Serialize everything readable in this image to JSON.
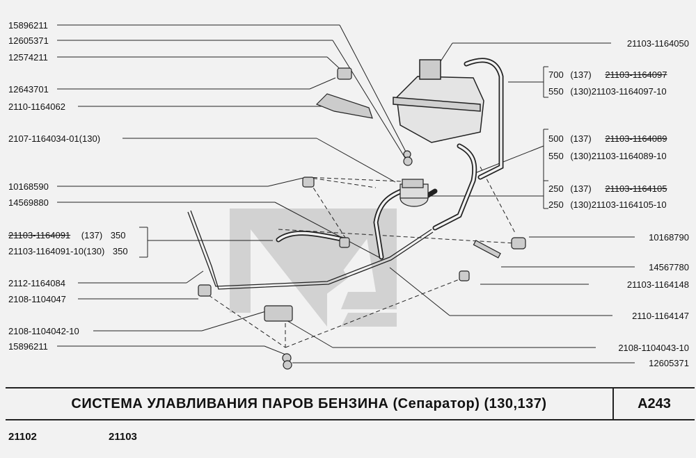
{
  "left_labels": [
    "15896211",
    "12605371",
    "12574211",
    "12643701",
    "2110-1164062",
    "2107-1164034-01(130)",
    "10168590",
    "14569880",
    "2112-1164084",
    "2108-1104047",
    "2108-1104042-10",
    "15896211"
  ],
  "left_group": {
    "row1": {
      "part": "21103-1164091",
      "cat": "(137)",
      "len": "350"
    },
    "row2": {
      "part": "21103-1164091-10(130)",
      "len": "350"
    }
  },
  "right_labels": [
    "21103-1164050",
    "10168790",
    "14567780",
    "21103-1164148",
    "2110-1164147",
    "2108-1104043-10",
    "12605371"
  ],
  "right_groups": [
    {
      "r1": {
        "len": "700",
        "cat": "(137)",
        "part": "21103-1164097"
      },
      "r2": {
        "len": "550",
        "cat": "(130)",
        "part": "21103-1164097-10"
      }
    },
    {
      "r1": {
        "len": "500",
        "cat": "(137)",
        "part": "21103-1164089"
      },
      "r2": {
        "len": "550",
        "cat": "(130)",
        "part": "21103-1164089-10"
      }
    },
    {
      "r1": {
        "len": "250",
        "cat": "(137)",
        "part": "21103-1164105"
      },
      "r2": {
        "len": "250",
        "cat": "(130)",
        "part": "21103-1164105-10"
      }
    }
  ],
  "title": "СИСТЕМА  УЛАВЛИВАНИЯ  ПАРОВ  БЕНЗИНА  (Сепаратор) (130,137)",
  "page_code": "A243",
  "models": [
    "21102",
    "21103"
  ]
}
